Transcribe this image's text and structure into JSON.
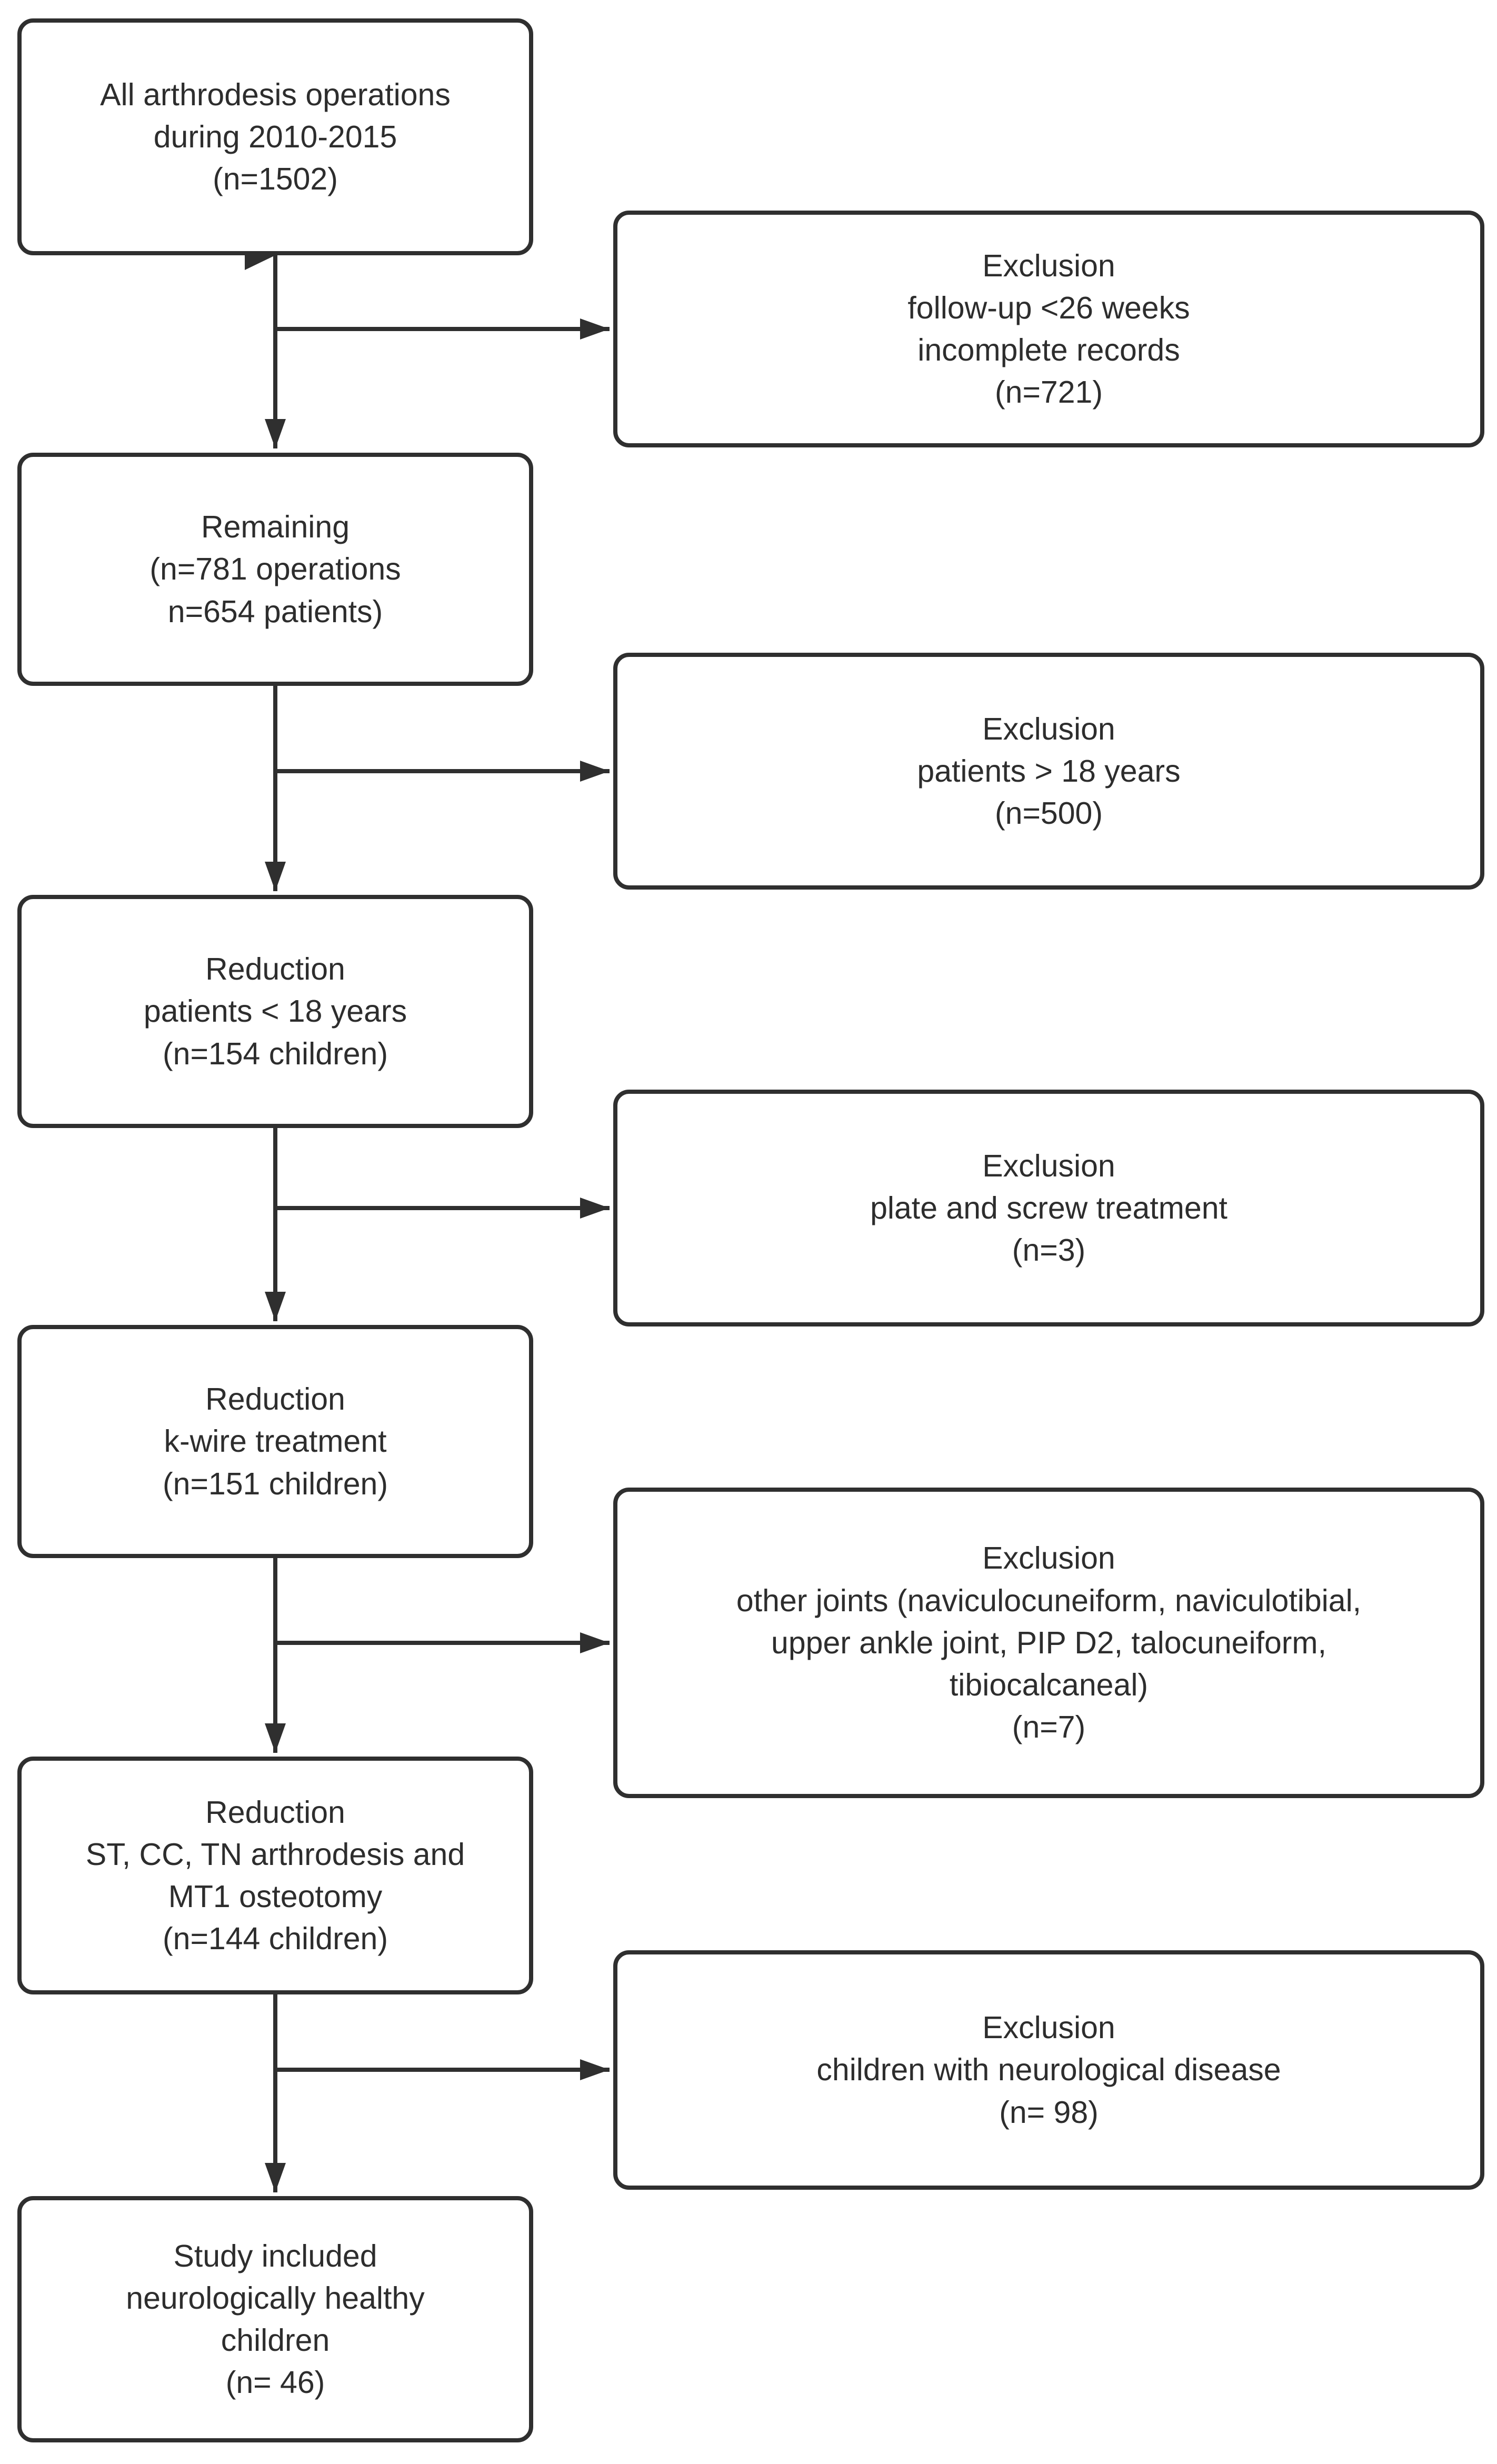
{
  "style": {
    "background": "#ffffff",
    "line_color": "#2f2f2f",
    "text_color": "#2d2d2d"
  },
  "diagram": {
    "steps": [
      {
        "id": "all-operations",
        "lines": [
          "All arthrodesis operations",
          "during 2010-2015",
          "(n=1502)"
        ]
      },
      {
        "id": "remaining",
        "lines": [
          "Remaining",
          "(n=781 operations",
          "n=654 patients)"
        ]
      },
      {
        "id": "reduction-under-18",
        "lines": [
          "Reduction",
          "patients < 18 years",
          "(n=154 children)"
        ]
      },
      {
        "id": "reduction-kwire",
        "lines": [
          "Reduction",
          "k-wire treatment",
          "(n=151 children)"
        ]
      },
      {
        "id": "reduction-st-cc-tn",
        "lines": [
          "Reduction",
          "ST, CC, TN arthrodesis and",
          "MT1 osteotomy",
          "(n=144 children)"
        ]
      },
      {
        "id": "study-included",
        "lines": [
          "Study included",
          "neurologically healthy",
          "children",
          "(n= 46)"
        ]
      }
    ],
    "exclusions": [
      {
        "id": "exclusion-followup",
        "lines": [
          "Exclusion",
          "follow-up <26 weeks",
          "incomplete records",
          "(n=721)"
        ]
      },
      {
        "id": "exclusion-over-18",
        "lines": [
          "Exclusion",
          "patients > 18 years",
          "(n=500)"
        ]
      },
      {
        "id": "exclusion-plate-screw",
        "lines": [
          "Exclusion",
          "plate and screw treatment",
          "(n=3)"
        ]
      },
      {
        "id": "exclusion-other-joints",
        "lines": [
          "Exclusion",
          "other joints (naviculocuneiform, naviculotibial,",
          "upper ankle joint, PIP D2, talocuneiform,",
          "tibiocalcaneal)",
          "(n=7)"
        ]
      },
      {
        "id": "exclusion-neurological",
        "lines": [
          "Exclusion",
          "children with neurological disease",
          "(n= 98)"
        ]
      }
    ]
  }
}
